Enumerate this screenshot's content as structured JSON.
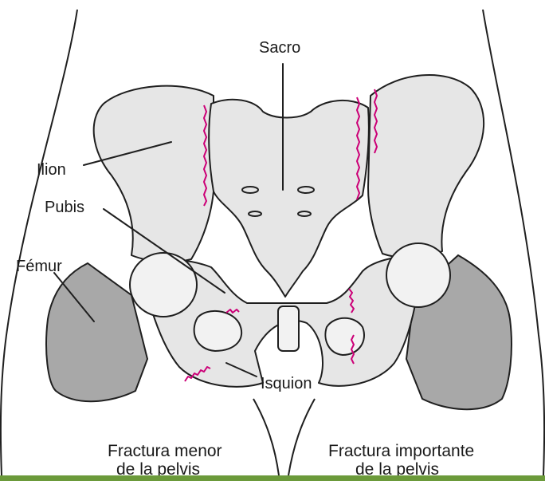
{
  "labels": {
    "sacro": "Sacro",
    "ilion": "Ilion",
    "pubis": "Pubis",
    "femur": "Fémur",
    "isquion": "Isquion"
  },
  "captions": {
    "minor_line1": "Fractura menor",
    "minor_line2": "de la pelvis",
    "major_line1": "Fractura importante",
    "major_line2": "de la pelvis"
  },
  "colors": {
    "fracture_line": "#cc0077",
    "bottom_bar": "#6b9a3a"
  }
}
